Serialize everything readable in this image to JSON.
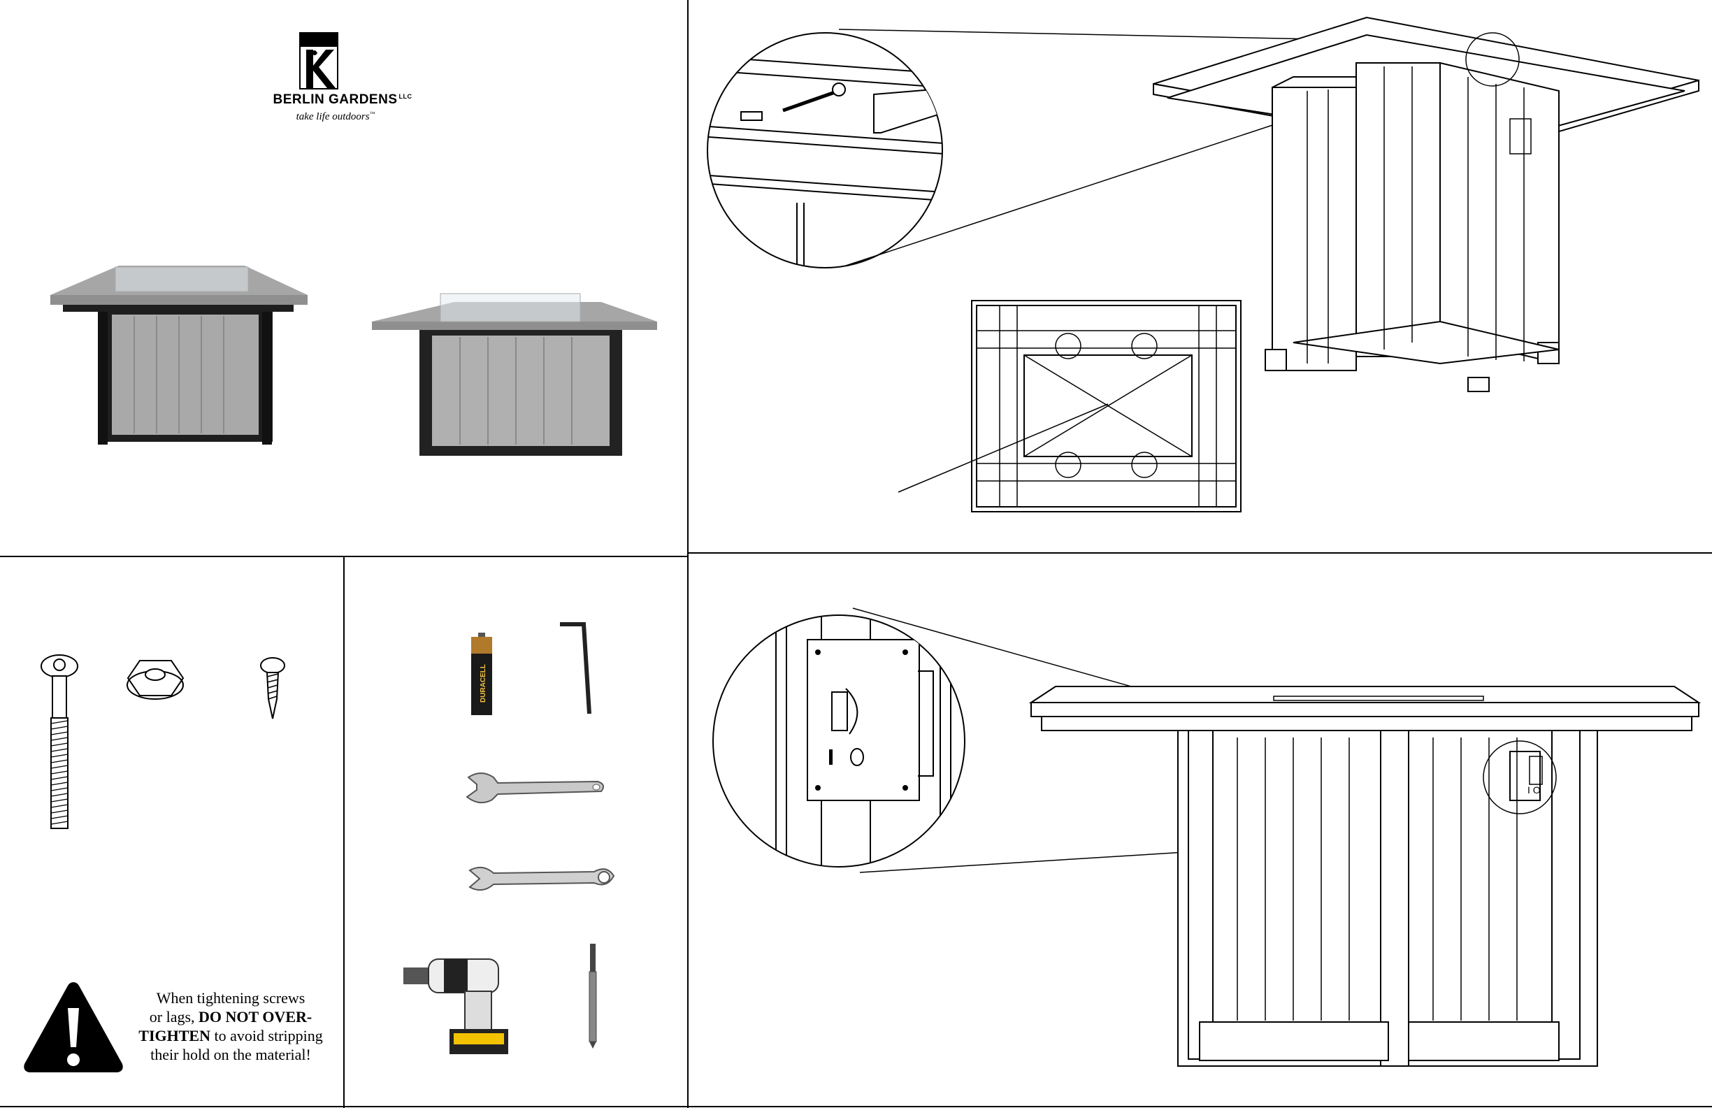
{
  "brand": {
    "name": "BERLIN GARDENS",
    "llc": "LLC",
    "tagline": "take life outdoors",
    "tm": "™"
  },
  "battery_label": "DURACELL",
  "warning": {
    "line1": "When tightening screws",
    "line2_pre": "or lags,",
    "line2_bold": "DO NOT OVER-",
    "line3_bold": "TIGHTEN",
    "line3_post": "to avoid stripping",
    "line4": "their hold on the material!"
  },
  "switch_label": "I O",
  "icons": [
    "warning-triangle-icon",
    "brand-logo-icon"
  ],
  "colors": {
    "line": "#000000",
    "table_top": "#8a8a8a",
    "table_frame": "#1e1e1e",
    "table_panel": "#a9a9a9"
  }
}
